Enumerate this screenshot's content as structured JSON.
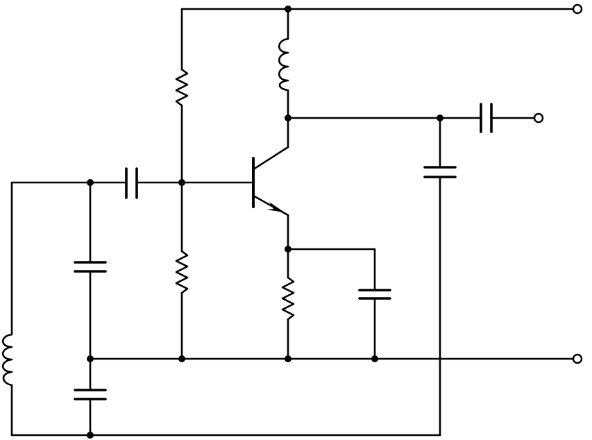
{
  "diagram": {
    "type": "circuit-schematic",
    "components": [
      {
        "name": "transistor-q1",
        "kind": "npn-bjt"
      },
      {
        "name": "resistor-bias-upper",
        "kind": "resistor"
      },
      {
        "name": "resistor-bias-lower",
        "kind": "resistor"
      },
      {
        "name": "resistor-emitter",
        "kind": "resistor"
      },
      {
        "name": "inductor-collector",
        "kind": "inductor"
      },
      {
        "name": "inductor-tank",
        "kind": "inductor"
      },
      {
        "name": "capacitor-coupling-base",
        "kind": "capacitor"
      },
      {
        "name": "capacitor-output",
        "kind": "capacitor"
      },
      {
        "name": "capacitor-feedback",
        "kind": "capacitor"
      },
      {
        "name": "capacitor-emitter-bypass",
        "kind": "capacitor"
      },
      {
        "name": "capacitor-tank-upper",
        "kind": "capacitor"
      },
      {
        "name": "capacitor-tank-lower",
        "kind": "capacitor"
      }
    ],
    "terminals": [
      "supply-terminal",
      "output-terminal",
      "ground-terminal"
    ],
    "line_color": "#000000",
    "background": "#ffffff"
  }
}
